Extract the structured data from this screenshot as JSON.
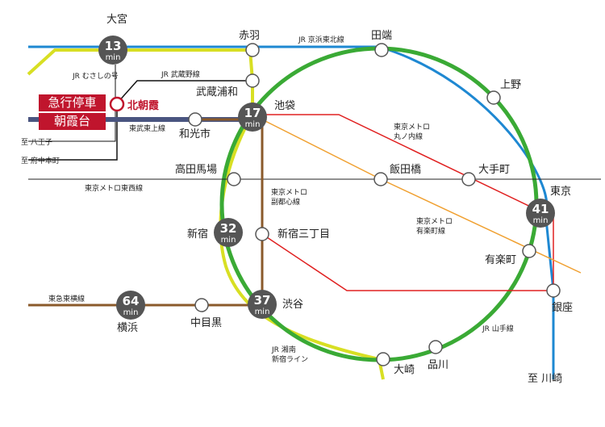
{
  "badges": {
    "express": "急行停車",
    "home_station": "朝霞台"
  },
  "home_station_name": "北朝霞",
  "time_unit": "min",
  "hubs": [
    {
      "id": "omiya",
      "name": "大宮",
      "minutes": "13"
    },
    {
      "id": "ikebukuro",
      "name": "池袋",
      "minutes": "17"
    },
    {
      "id": "shinjuku",
      "name": "新宿",
      "minutes": "32"
    },
    {
      "id": "shibuya",
      "name": "渋谷",
      "minutes": "37"
    },
    {
      "id": "tokyo",
      "name": "東京",
      "minutes": "41"
    },
    {
      "id": "yokohama",
      "name": "横浜",
      "minutes": "64"
    }
  ],
  "stations": [
    {
      "id": "akabane",
      "name": "赤羽"
    },
    {
      "id": "tabata",
      "name": "田端"
    },
    {
      "id": "ueno",
      "name": "上野"
    },
    {
      "id": "musashi_urawa",
      "name": "武蔵浦和"
    },
    {
      "id": "wakoshi",
      "name": "和光市"
    },
    {
      "id": "takadanobaba",
      "name": "高田馬場"
    },
    {
      "id": "iidabashi",
      "name": "飯田橋"
    },
    {
      "id": "otemachi",
      "name": "大手町"
    },
    {
      "id": "shinjuku_sanchome",
      "name": "新宿三丁目"
    },
    {
      "id": "yurakucho",
      "name": "有楽町"
    },
    {
      "id": "ginza",
      "name": "銀座"
    },
    {
      "id": "nakameguro",
      "name": "中目黒"
    },
    {
      "id": "osaki",
      "name": "大崎"
    },
    {
      "id": "shinagawa",
      "name": "品川"
    }
  ],
  "line_labels": {
    "keihin_tohoku": "JR 京浜東北線",
    "musashino_old": "JR むさしの号",
    "musashino": "JR 武蔵野線",
    "tobu_tojo": "東武東上線",
    "tozai": "東京メトロ東西線",
    "marunouchi_1": "東京メトロ",
    "marunouchi_2": "丸ノ内線",
    "fukutoshin_1": "東京メトロ",
    "fukutoshin_2": "副都心線",
    "yurakucho_1": "東京メトロ",
    "yurakucho_2": "有楽町線",
    "toyoko": "東急東横線",
    "shonan_1": "JR 湘南",
    "shonan_2": "新宿ライン",
    "yamanote": "JR 山手線"
  },
  "destinations": {
    "hachioji": "至 八王子",
    "fuchuhonmachi": "至 府中本町",
    "kawasaki": "至 川崎"
  },
  "colors": {
    "yamanote": "#3aaa35",
    "keihin_tohoku": "#1e88d2",
    "shonan": "#d8df23",
    "fukutoshin": "#8a5a2b",
    "marunouchi": "#e02020",
    "yurakucho": "#f0a030",
    "tobu": "#4a5580",
    "tozai": "#222222",
    "musashino": "#111111",
    "badge": "#c0152d",
    "hub": "#555555"
  }
}
